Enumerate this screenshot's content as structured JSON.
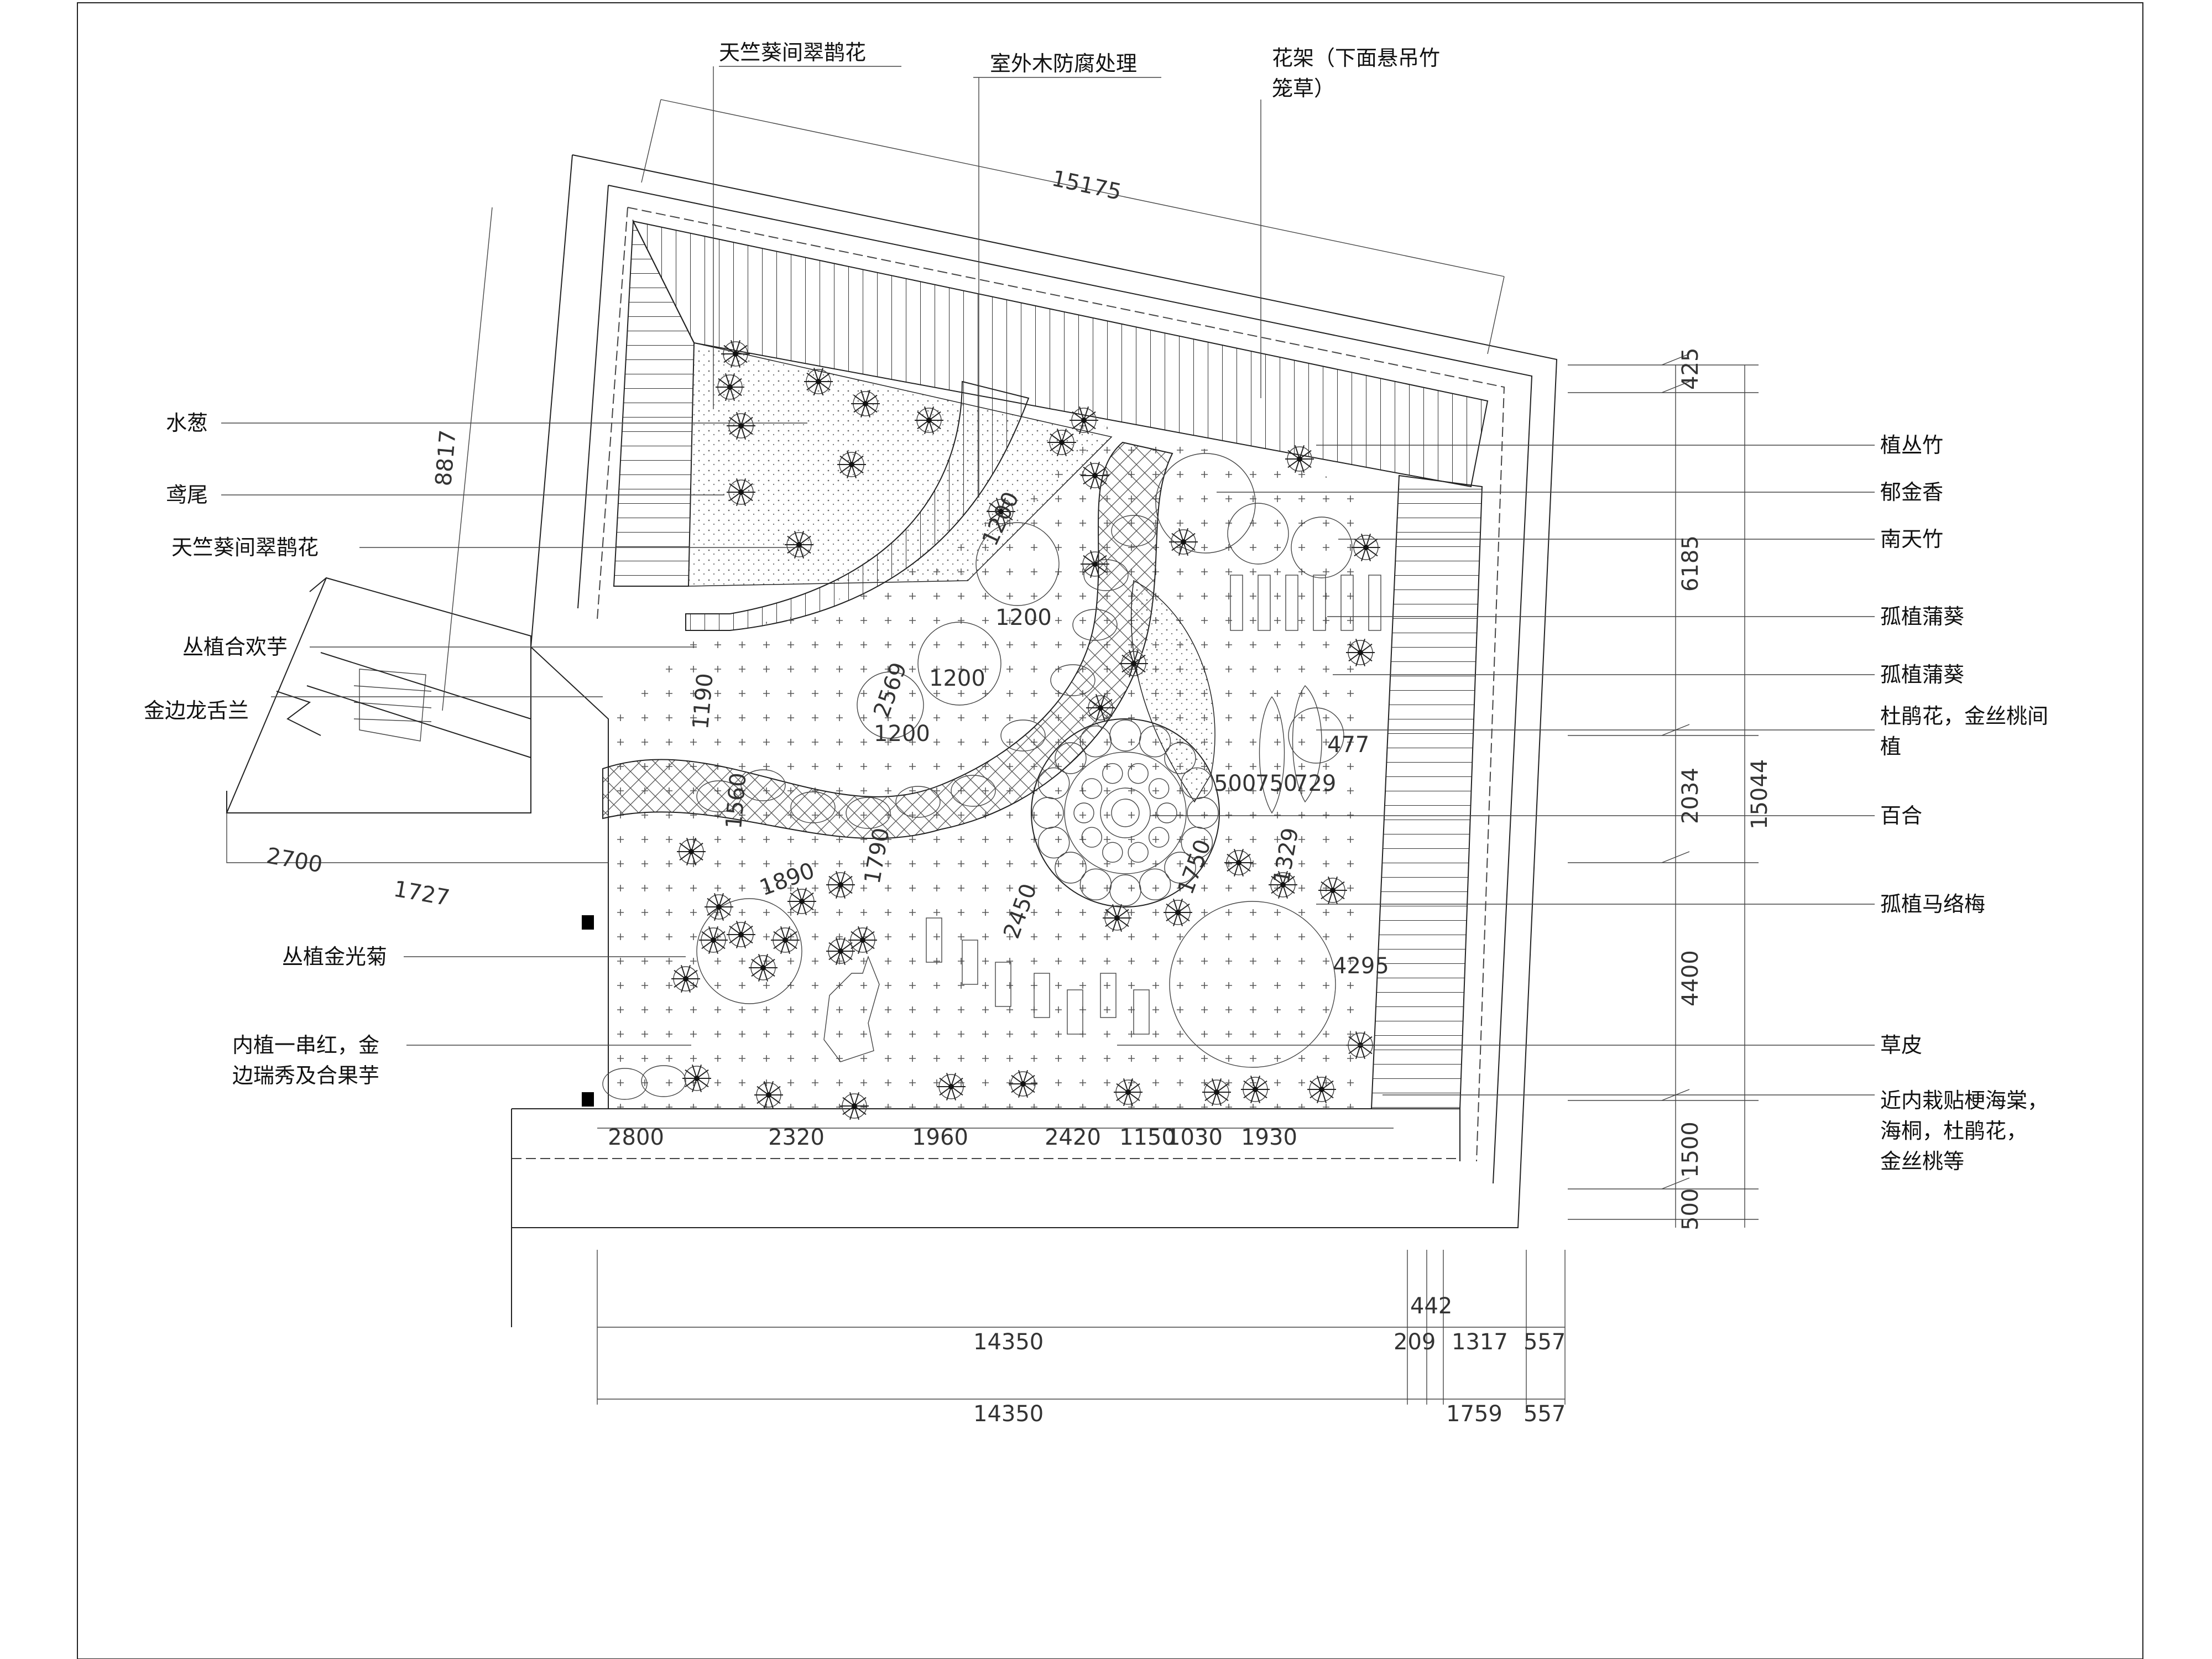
{
  "plant_labels": {
    "left": [
      "水葱",
      "鸢尾",
      "天竺葵间翠鹊花",
      "丛植合欢芋",
      "金边龙舌兰",
      "丛植金光菊",
      "内植一串红，金",
      "边瑞秀及合果芋"
    ],
    "top": [
      "天竺葵间翠鹊花",
      "室外木防腐处理",
      "花架（下面悬吊竹",
      "笼草）"
    ],
    "right": [
      "植丛竹",
      "郁金香",
      "南天竹",
      "孤植蒲葵",
      "孤植蒲葵",
      "杜鹃花，金丝桃间",
      "植",
      "百合",
      "孤植马络梅",
      "草皮",
      "近内栽贴梗海棠，",
      "海桐，杜鹃花，",
      "金丝桃等"
    ]
  },
  "dimensions": {
    "top": "15175",
    "left": "8817",
    "stair": [
      "2700",
      "1727"
    ],
    "right": [
      "425",
      "6185",
      "2034",
      "4400",
      "1500",
      "500",
      "15044"
    ],
    "bottom_row": [
      "2800",
      "2320",
      "1960",
      "2420",
      "1150",
      "1030",
      "1930"
    ],
    "bottom_total_1": [
      "14350",
      "442",
      "209",
      "1317",
      "557"
    ],
    "bottom_total_2": [
      "14350",
      "1759",
      "557"
    ],
    "inner": [
      "1200",
      "1200",
      "2569",
      "1200",
      "1200",
      "1190",
      "1560",
      "1890",
      "1790",
      "2450",
      "500",
      "750",
      "729",
      "477",
      "1329",
      "1750",
      "4295"
    ]
  }
}
